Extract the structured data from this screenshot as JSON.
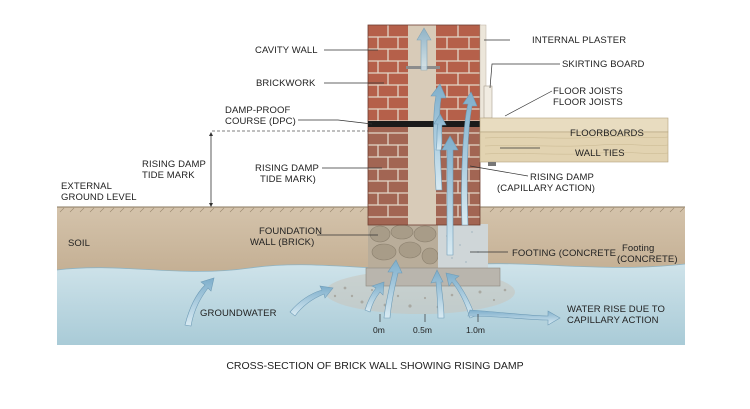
{
  "labels": {
    "cavity_wall": "CAVITY WALL",
    "brickwork": "BRICKWORK",
    "dpc_line1": "DAMP-PROOF",
    "dpc_line2": "COURSE (DPC)",
    "rising_damp_tide_left_line1": "RISING DAMP",
    "rising_damp_tide_left_line2": "TIDE MARK",
    "rising_damp_tide_mid_line1": "RISING DAMP",
    "rising_damp_tide_mid_line2": "TIDE MARK)",
    "external_ground_line1": "EXTERNAL",
    "external_ground_line2": "GROUND LEVEL",
    "soil": "SOIL",
    "foundation_wall_line1": "FOUNDATION",
    "foundation_wall_line2": "WALL (BRICK)",
    "groundwater": "GROUNDWATER",
    "internal_plaster": "INTERNAL PLASTER",
    "skirting_board": "SKIRTING BOARD",
    "floor_joists_1": "FLOOR JOISTS",
    "floor_joists_2": "FLOOR JOISTS",
    "floorboards": "FLOORBOARDS",
    "wall_ties": "WALL TIES",
    "rising_damp_cap_line1": "RISING DAMP",
    "rising_damp_cap_line2": "(CAPILLARY ACTION)",
    "footing_1": "FOOTING (CONCRETE",
    "footing_2_line1": "Footing",
    "footing_2_line2": "(CONCRETE)",
    "water_rise_line1": "WATER RISE DUE TO",
    "water_rise_line2": "CAPILLARY ACTION",
    "scale_0": "0m",
    "scale_05": "0.5m",
    "scale_10": "1.0m"
  },
  "caption": "CROSS-SECTION OF BRICK WALL SHOWING RISING DAMP",
  "colors": {
    "brick_dry": "#b5604a",
    "brick_damp": "#9a6a58",
    "mortar": "#e2d6c8",
    "soil": "#cbb79d",
    "groundwater": "#b7d4dd",
    "timber": "#e8dcc0",
    "concrete": "#b9b5ad",
    "dpc": "#1a1a1a",
    "arrow": "#8fb8cf"
  }
}
